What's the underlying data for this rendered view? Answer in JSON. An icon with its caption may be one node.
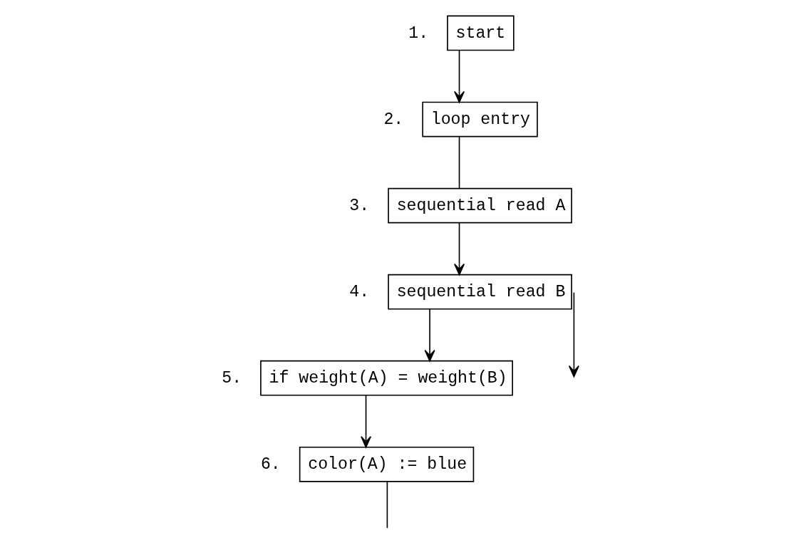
{
  "diagram": {
    "nodes": [
      {
        "text": [
          "start"
        ],
        "beside": [
          "1."
        ]
      },
      {
        "text": [
          "loop entry"
        ],
        "beside": [
          "2."
        ]
      },
      {
        "text": [
          "sequential read A"
        ],
        "beside": [
          "3."
        ]
      },
      {
        "text": [
          "sequential read B"
        ],
        "beside": [
          "4."
        ]
      },
      {
        "text": [
          "if weight(A) = weight(B)"
        ],
        "beside": [
          "5."
        ]
      },
      {
        "text": [
          "color(A) := blue"
        ],
        "beside": [
          "6."
        ]
      }
    ],
    "edges": [
      {
        "from": 0,
        "to": 1,
        "arrow": "to"
      },
      {
        "from": 1,
        "to": 2,
        "arrow": "none"
      },
      {
        "from": 2,
        "to": 3,
        "arrow": "to"
      },
      {
        "from": 3,
        "to": 4,
        "arrow": "to"
      },
      {
        "from": 3,
        "to": null,
        "arrow": "to"
      },
      {
        "from": 4,
        "to": 5,
        "arrow": "to"
      },
      {
        "from": 5,
        "to": null,
        "arrow": "none"
      }
    ]
  }
}
